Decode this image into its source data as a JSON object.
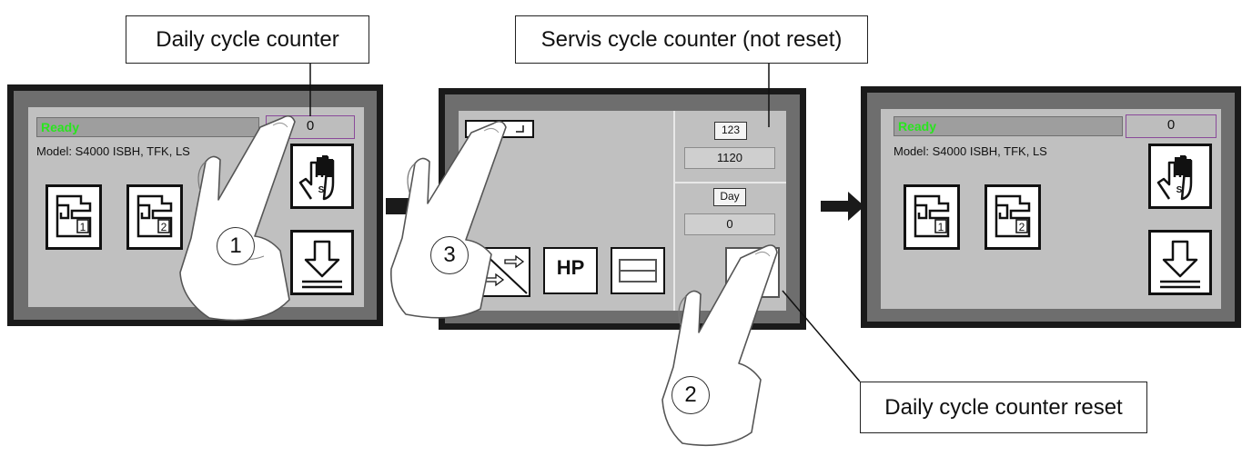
{
  "callouts": {
    "daily_counter": "Daily cycle counter",
    "servis_counter": "Servis cycle counter (not reset)",
    "daily_reset": "Daily cycle counter reset"
  },
  "panel1": {
    "status": "Ready",
    "counter": "0",
    "model": "Model: S4000 ISBH, TFK, LS",
    "station1_num": "1",
    "station2_num": "2",
    "hand_letter": "S"
  },
  "panel2": {
    "service_label": "123",
    "service_value": "1120",
    "day_label": "Day",
    "day_value": "0",
    "hp_label": "HP"
  },
  "panel3": {
    "status": "Ready",
    "counter": "0",
    "model": "Model: S4000 ISBH, TFK, LS",
    "station1_num": "1",
    "station2_num": "2",
    "hand_letter": "S"
  },
  "steps": [
    "1",
    "2",
    "3"
  ],
  "colors": {
    "status_green": "#29e51e",
    "bezel": "#6e6e6e",
    "screen": "#c0c0c0"
  }
}
